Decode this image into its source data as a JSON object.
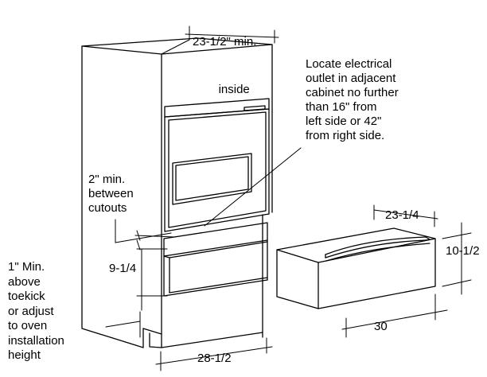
{
  "labels": {
    "top_width_line1": "23-1/2\" min.",
    "top_width_line2": "inside",
    "electrical_note": "Locate electrical\noutlet in adjacent\ncabinet no further\nthan 16\" from\nleft side or 42\"\nfrom right side.",
    "between_cutouts": "2\" min.\nbetween\ncutouts",
    "drawer_depth": "23-1/4",
    "drawer_height": "10-1/2",
    "cutout_height": "9-1/4",
    "toekick_note": "1\" Min.\nabove\ntoekick\nor adjust\nto oven\ninstallation\nheight",
    "drawer_width": "30",
    "bottom_width": "28-1/2"
  },
  "colors": {
    "line": "#000000",
    "background": "#ffffff"
  }
}
